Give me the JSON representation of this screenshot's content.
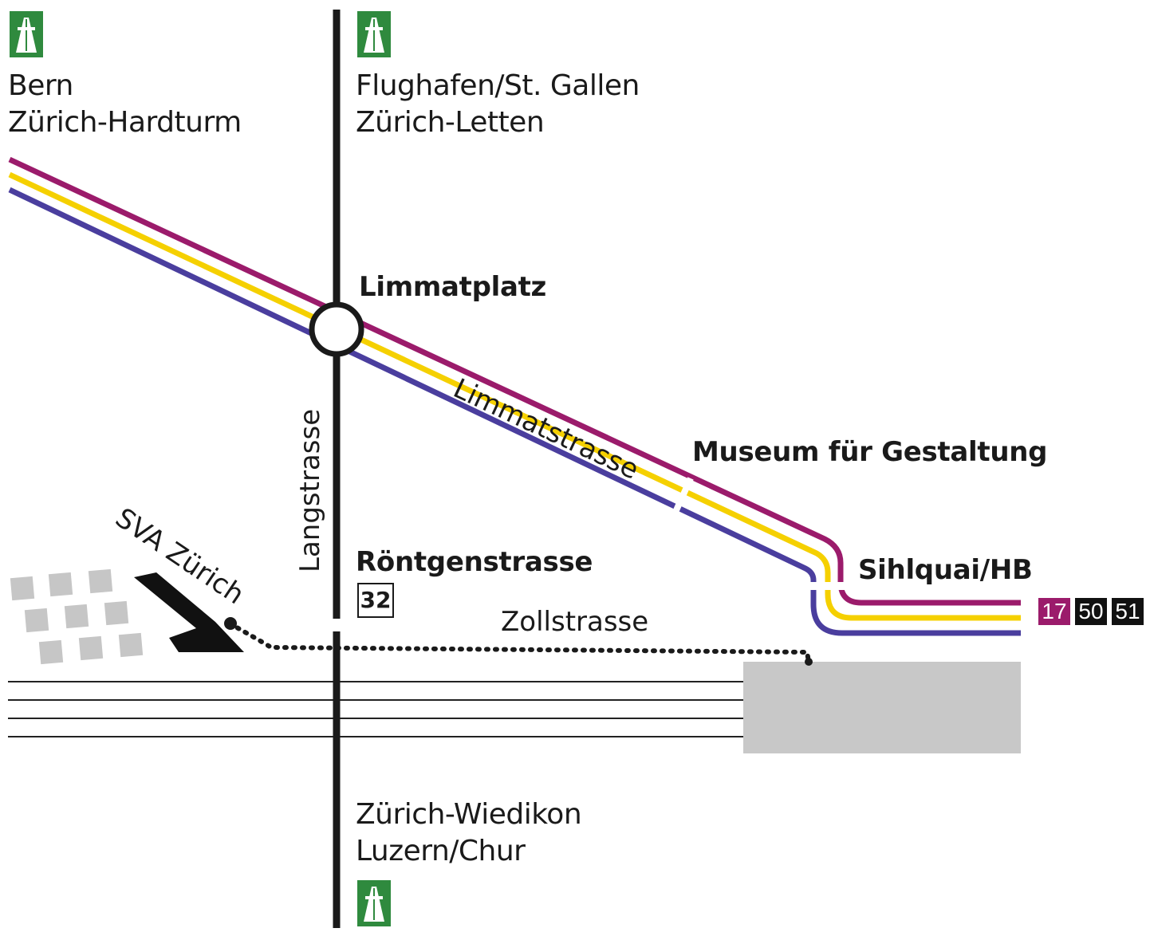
{
  "destinations": {
    "nw_line1": "Bern",
    "nw_line2": "Zürich-Hardturm",
    "n_line1": "Flughafen/St. Gallen",
    "n_line2": "Zürich-Letten",
    "s_line1": "Zürich-Wiedikon",
    "s_line2": "Luzern/Chur"
  },
  "stops": {
    "limmatplatz": "Limmatplatz",
    "museum": "Museum für Gestaltung",
    "sihlquai": "Sihlquai/HB",
    "roentgen": "Röntgenstrasse"
  },
  "streets": {
    "limmatstrasse": "Limmatstrasse",
    "langstrasse": "Langstrasse",
    "zollstrasse": "Zollstrasse"
  },
  "target": {
    "label": "SVA Zürich"
  },
  "bus_stop_number": "32",
  "lines": [
    {
      "number": "17",
      "color": "#9b1b6b"
    },
    {
      "number": "50",
      "color": "#111111"
    },
    {
      "number": "51",
      "color": "#111111"
    }
  ],
  "route_colors": {
    "top": "#9b1b6b",
    "middle": "#f5d000",
    "bottom": "#4a3e9e"
  },
  "icons": {
    "motorway": "motorway-sign-icon"
  }
}
